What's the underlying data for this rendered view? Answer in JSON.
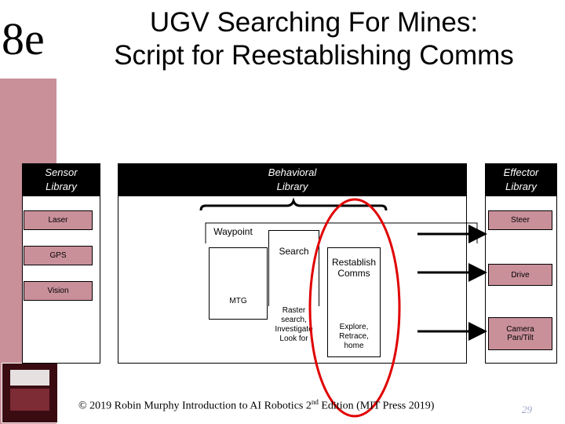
{
  "slide": {
    "badge": "8e",
    "title_line1": "UGV Searching For Mines:",
    "title_line2": "Script for Reestablishing Comms",
    "page_number": "29"
  },
  "footer": {
    "prefix": "© 2019 Robin Murphy Introduction to AI Robotics 2",
    "superscript": "nd",
    "suffix": " Edition (MIT Press 2019)"
  },
  "sensor": {
    "header_line1": "Sensor",
    "header_line2": "Library",
    "items": [
      "Laser",
      "GPS",
      "Vision"
    ]
  },
  "behavioral": {
    "header_line1": "Behavioral",
    "header_line2": "Library",
    "waypoint": "Waypoint",
    "search": "Search",
    "mtg": "MTG",
    "restablish_line1": "Restablish",
    "restablish_line2": "Comms",
    "raster_line1": "Raster search,",
    "raster_line2": "Investigate",
    "raster_line3": "Look for",
    "explore_line1": "Explore,",
    "explore_line2": "Retrace,",
    "explore_line3": "home"
  },
  "effector": {
    "header_line1": "Effector",
    "header_line2": "Library",
    "steer": "Steer",
    "drive": "Drive",
    "camera_line1": "Camera",
    "camera_line2": "Pan/Tilt"
  },
  "colors": {
    "accent": "#c9909a",
    "highlight": "#e00000",
    "page_number": "#9aa6c8"
  }
}
